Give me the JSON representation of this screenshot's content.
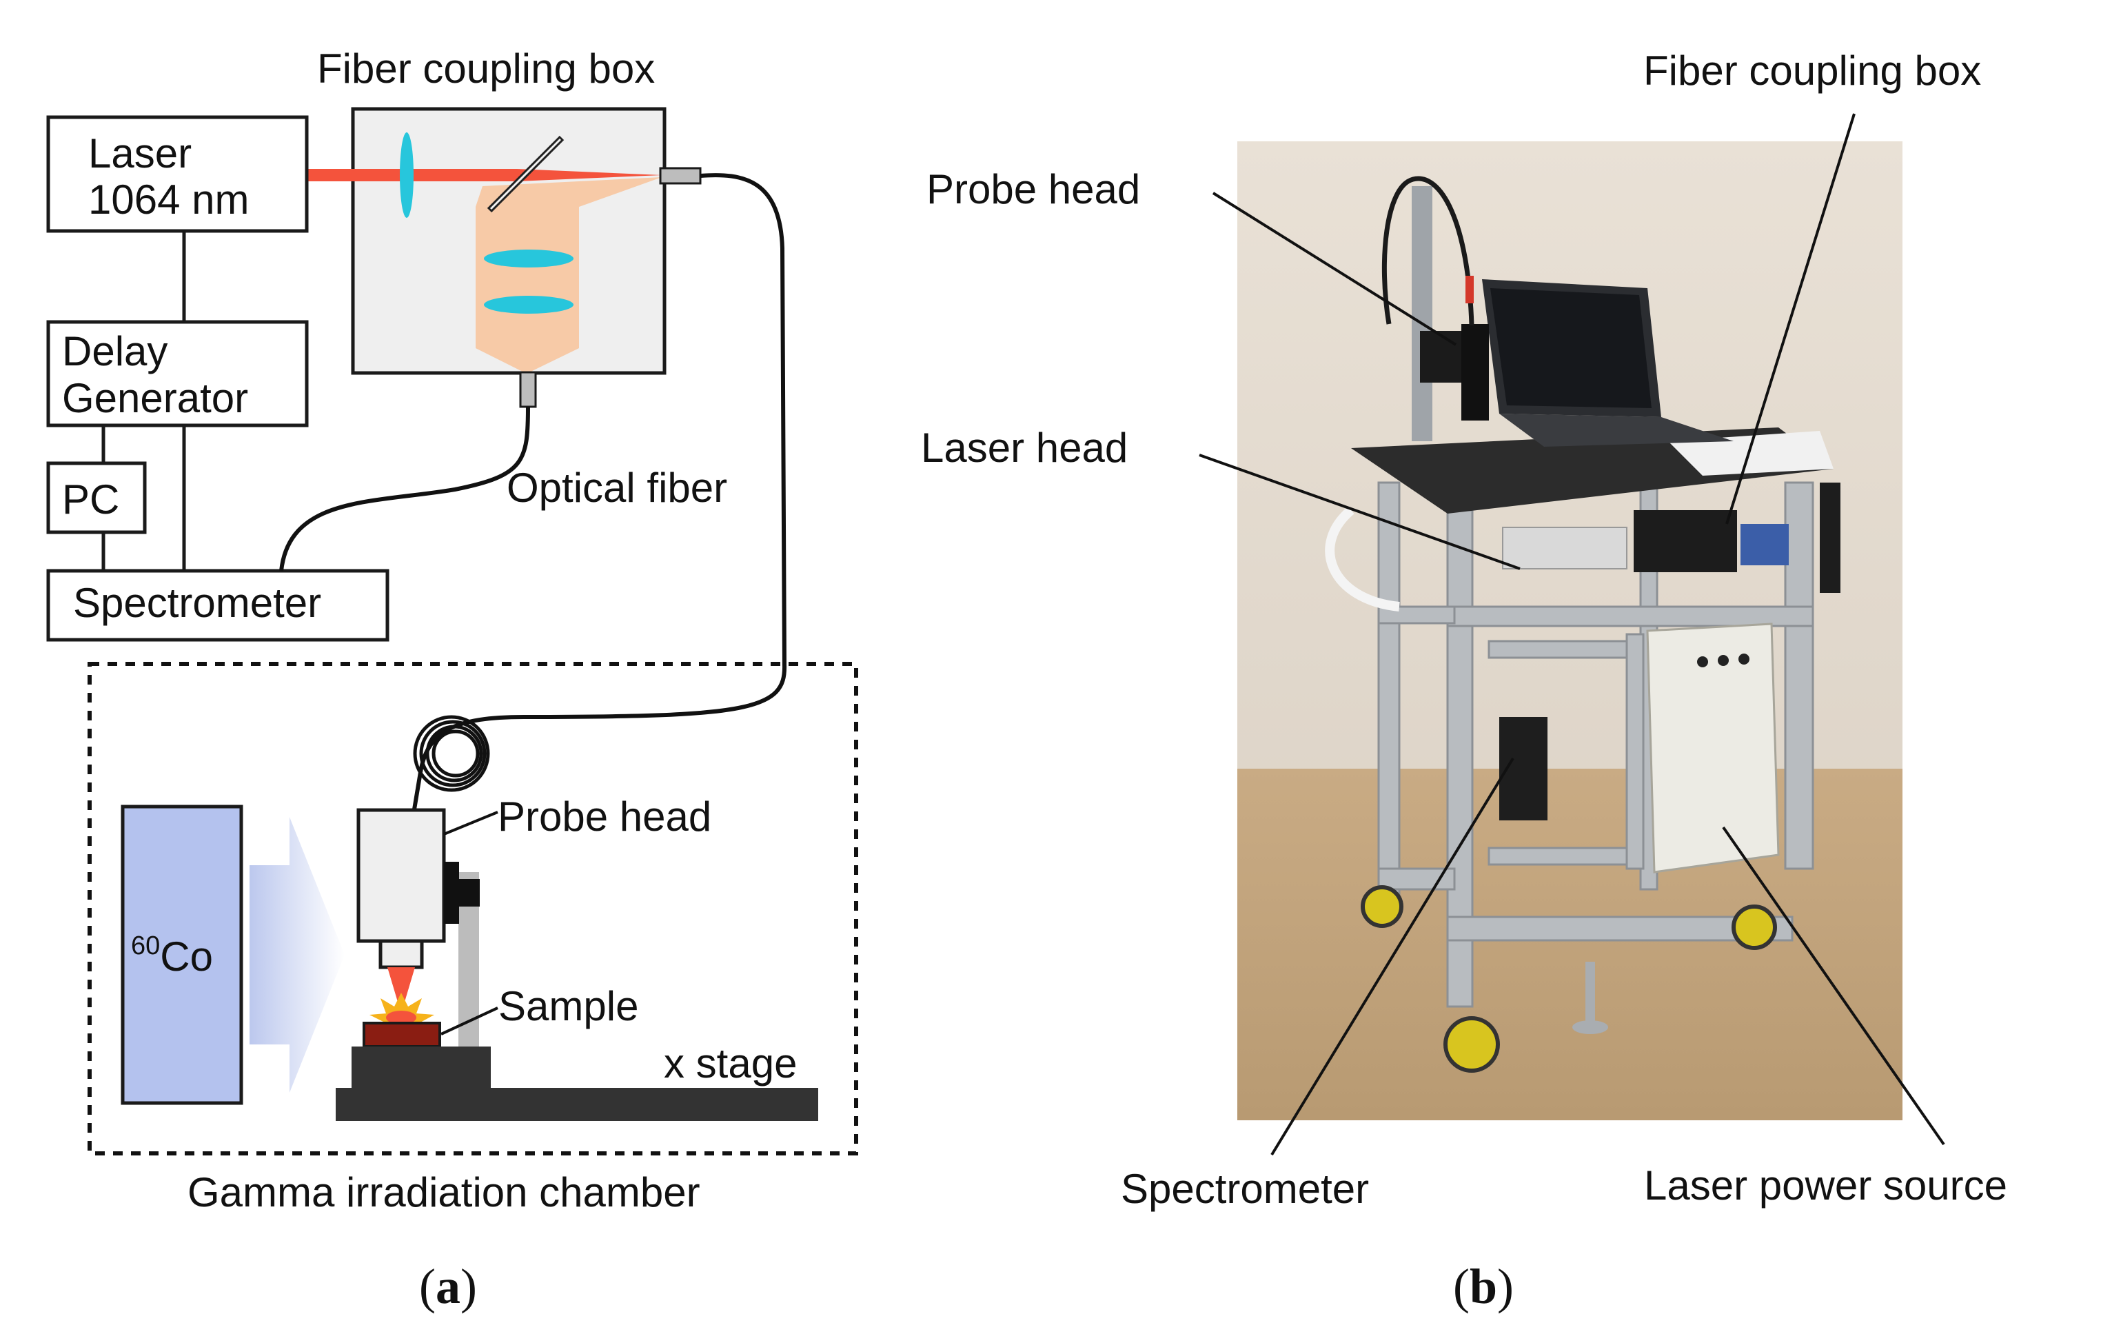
{
  "panel_a": {
    "caption_letter": "a",
    "fiber_box_label": "Fiber coupling box",
    "laser_line1": "Laser",
    "laser_line2": "1064 nm",
    "delay_line1": "Delay",
    "delay_line2": "Generator",
    "pc_label": "PC",
    "spectrometer_label": "Spectrometer",
    "optical_fiber_label": "Optical fiber",
    "probe_head_label": "Probe head",
    "sample_label": "Sample",
    "x_stage_label": "x stage",
    "source_mass_number": "60",
    "source_element": "Co",
    "chamber_label": "Gamma irradiation chamber"
  },
  "panel_b": {
    "caption_letter": "b",
    "fiber_box_label": "Fiber coupling box",
    "probe_head_label": "Probe head",
    "laser_head_label": "Laser head",
    "spectrometer_label": "Spectrometer",
    "laser_power_label": "Laser power source"
  },
  "colors": {
    "laser_beam": "#f4533c",
    "optic_lens": "#27c6dc",
    "signal_light": "#f7c59f",
    "cobalt_source": "#b4c2ee",
    "sample": "#8a1d12",
    "stage": "#333333"
  }
}
